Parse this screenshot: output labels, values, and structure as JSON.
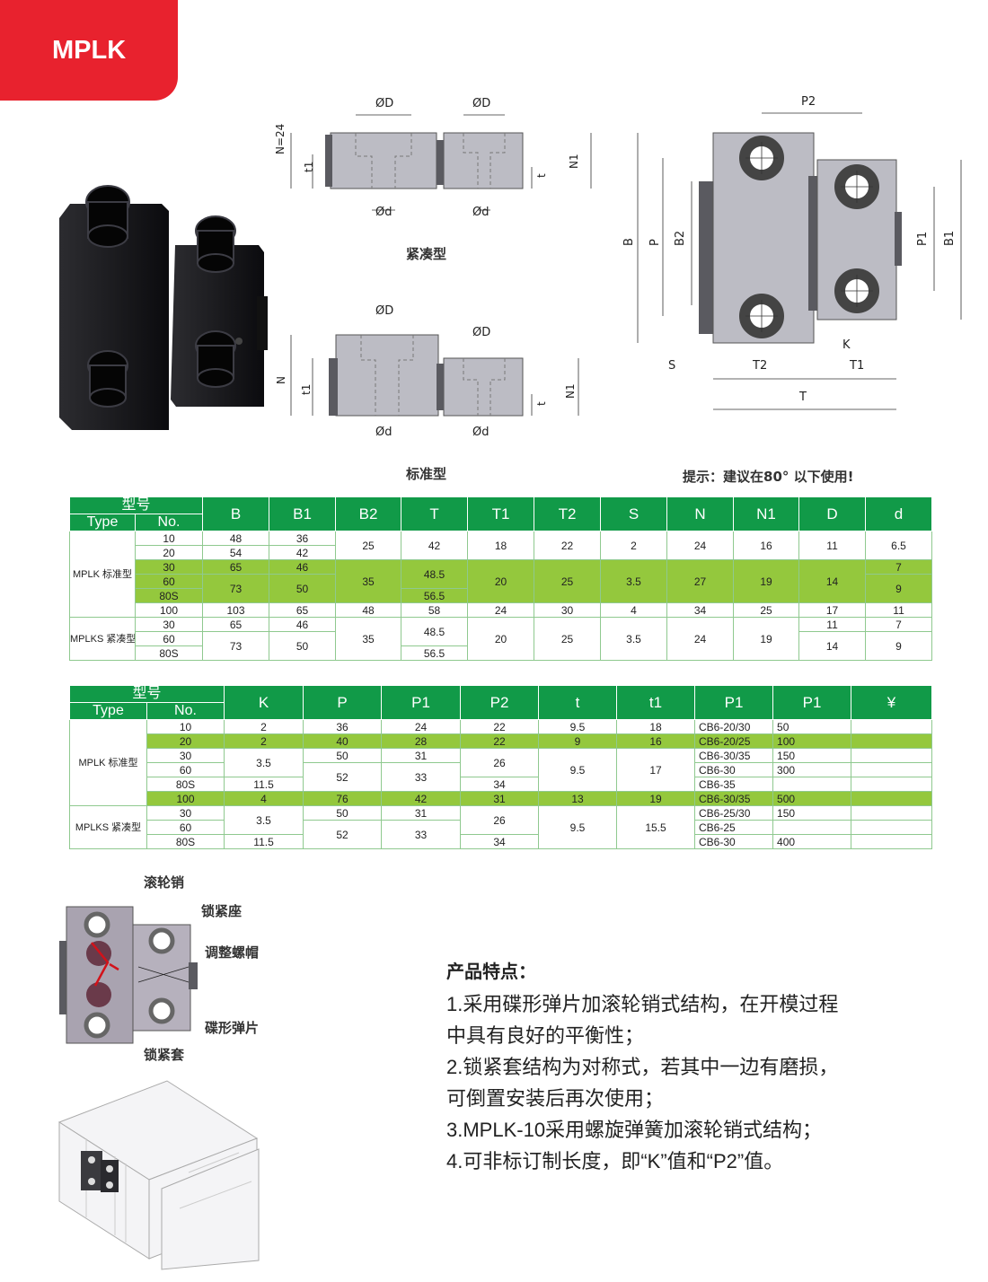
{
  "brand": "MPLK",
  "captions": {
    "compact": "紧凑型",
    "standard": "标准型",
    "hint": "提示：建议在80° 以下使用!"
  },
  "dim": {
    "OD": "ØD",
    "Od": "Ød",
    "N24": "N=24",
    "N": "N",
    "t1": "t1",
    "t": "t",
    "N1": "N1",
    "B": "B",
    "P": "P",
    "B2": "B2",
    "P1": "P1",
    "B1": "B1",
    "P2": "P2",
    "S": "S",
    "T2": "T2",
    "K": "K",
    "T1": "T1",
    "T": "T"
  },
  "parts": {
    "roller": "滚轮销",
    "seat": "锁紧座",
    "nut": "调整螺帽",
    "spring": "碟形弹片",
    "sleeve": "锁紧套"
  },
  "t1h": {
    "type_cn": "型号",
    "type": "Type",
    "no": "No.",
    "cols": [
      "B",
      "B1",
      "B2",
      "T",
      "T1",
      "T2",
      "S",
      "N",
      "N1",
      "D",
      "d"
    ]
  },
  "t1": {
    "g1": "MPLK 标准型",
    "g2": "MPLKS 紧凑型",
    "r": [
      [
        "10",
        "48",
        "36",
        "25",
        "42",
        "18",
        "22",
        "2",
        "24",
        "16",
        "11",
        "6.5"
      ],
      [
        "20",
        "54",
        "42"
      ],
      [
        "30",
        "65",
        "46",
        "35",
        "48.5",
        "20",
        "25",
        "3.5",
        "27",
        "19",
        "14",
        "7"
      ],
      [
        "60",
        "73",
        "50",
        "56.5",
        "9"
      ],
      [
        "80S"
      ],
      [
        "100",
        "103",
        "65",
        "48",
        "58",
        "24",
        "30",
        "4",
        "34",
        "25",
        "17",
        "11"
      ],
      [
        "30",
        "65",
        "46",
        "35",
        "48.5",
        "20",
        "25",
        "3.5",
        "24",
        "19",
        "11",
        "7"
      ],
      [
        "60",
        "73",
        "50",
        "14",
        "9"
      ],
      [
        "80S",
        "56.5"
      ]
    ]
  },
  "t2h": {
    "type_cn": "型号",
    "type": "Type",
    "no": "No.",
    "cols": [
      "K",
      "P",
      "P1",
      "P2",
      "t",
      "t1",
      "P1",
      "P1",
      "¥"
    ]
  },
  "t2": {
    "g1": "MPLK 标准型",
    "g2": "MPLKS 紧凑型",
    "r": [
      [
        "10",
        "2",
        "36",
        "24",
        "22",
        "9.5",
        "18",
        "CB6-20/30",
        "50"
      ],
      [
        "20",
        "2",
        "40",
        "28",
        "22",
        "9",
        "16",
        "CB6-20/25",
        "100"
      ],
      [
        "30",
        "3.5",
        "50",
        "31",
        "26",
        "9.5",
        "17",
        "CB6-30/35",
        "150"
      ],
      [
        "60",
        "52",
        "33",
        "CB6-30",
        "300"
      ],
      [
        "80S",
        "11.5",
        "34",
        "CB6-35"
      ],
      [
        "100",
        "4",
        "76",
        "42",
        "31",
        "13",
        "19",
        "CB6-30/35",
        "500"
      ],
      [
        "30",
        "3.5",
        "50",
        "31",
        "26",
        "9.5",
        "15.5",
        "CB6-25/30",
        "150"
      ],
      [
        "60",
        "52",
        "33",
        "CB6-25"
      ],
      [
        "80S",
        "11.5",
        "34",
        "CB6-30",
        "400"
      ]
    ]
  },
  "features": {
    "title": "产品特点：",
    "l1": "1.采用碟形弹片加滚轮销式结构，在开模过程",
    "l2": "中具有良好的平衡性；",
    "l3": "2.锁紧套结构为对称式，若其中一边有磨损，",
    "l4": "可倒置安装后再次使用；",
    "l5": "3.MPLK-10采用螺旋弹簧加滚轮销式结构；",
    "l6": "4.可非标订制长度，即“K”值和“P2”值。"
  }
}
